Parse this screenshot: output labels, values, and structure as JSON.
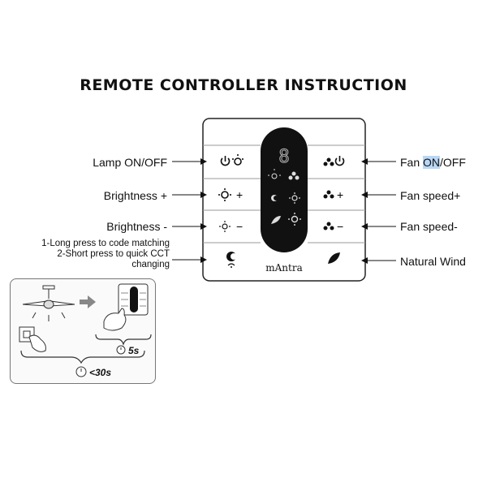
{
  "title": "REMOTE CONTROLLER INSTRUCTION",
  "left_labels": {
    "lamp": "Lamp ON/OFF",
    "brightness_up": "Brightness +",
    "brightness_down": "Brightness -",
    "note_line1": "1-Long press to code matching",
    "note_line2": "2-Short press to quick CCT",
    "note_line3": "changing"
  },
  "right_labels": {
    "fan_prefix": "Fan ",
    "fan_highlight": "ON",
    "fan_suffix": "/OFF",
    "fan_speed_up": "Fan speed+",
    "fan_speed_down": "Fan speed-",
    "natural_wind": "Natural Wind"
  },
  "display": {
    "digit": "8"
  },
  "buttons": {
    "plus": "+",
    "minus": "−"
  },
  "brand": "mAntra",
  "timers": {
    "short": "5s",
    "long": "<30s"
  },
  "icons": {
    "lamp": "power-bulb-icon",
    "fan_power": "fan-power-icon",
    "brightness": "sun-icon",
    "dim": "sun-small-icon",
    "fan": "fan-icon",
    "cct": "cct-wifi-icon",
    "leaf": "leaf-icon",
    "stopwatch": "stopwatch-icon"
  },
  "colors": {
    "panel_dark": "#111111",
    "highlight": "#b9d7f5"
  }
}
